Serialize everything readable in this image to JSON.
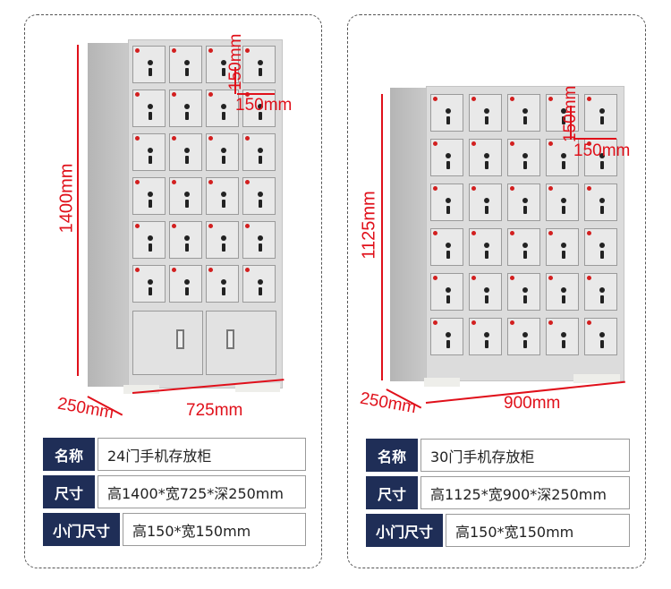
{
  "products": [
    {
      "id": "left",
      "cabinet": {
        "rows": 6,
        "cols": 4,
        "door_count": 24,
        "bottom_doors": 2
      },
      "dimensions": {
        "height": "1400mm",
        "width": "725mm",
        "depth": "250mm",
        "door_height": "150mm",
        "door_width": "150mm"
      },
      "specs": [
        {
          "label": "名称",
          "value": "24门手机存放柜"
        },
        {
          "label": "尺寸",
          "value": "高1400*宽725*深250mm"
        },
        {
          "label": "小门尺寸",
          "value": "高150*宽150mm"
        }
      ]
    },
    {
      "id": "right",
      "cabinet": {
        "rows": 6,
        "cols": 5,
        "door_count": 30,
        "bottom_doors": 0
      },
      "dimensions": {
        "height": "1125mm",
        "width": "900mm",
        "depth": "250mm",
        "door_height": "150mm",
        "door_width": "150mm"
      },
      "specs": [
        {
          "label": "名称",
          "value": "30门手机存放柜"
        },
        {
          "label": "尺寸",
          "value": "高1125*宽900*深250mm"
        },
        {
          "label": "小门尺寸",
          "value": "高150*宽150mm"
        }
      ]
    }
  ],
  "colors": {
    "label_bg": "#1f2e57",
    "dimension_red": "#e0101a",
    "cabinet_gray": "#dcdcdc"
  }
}
